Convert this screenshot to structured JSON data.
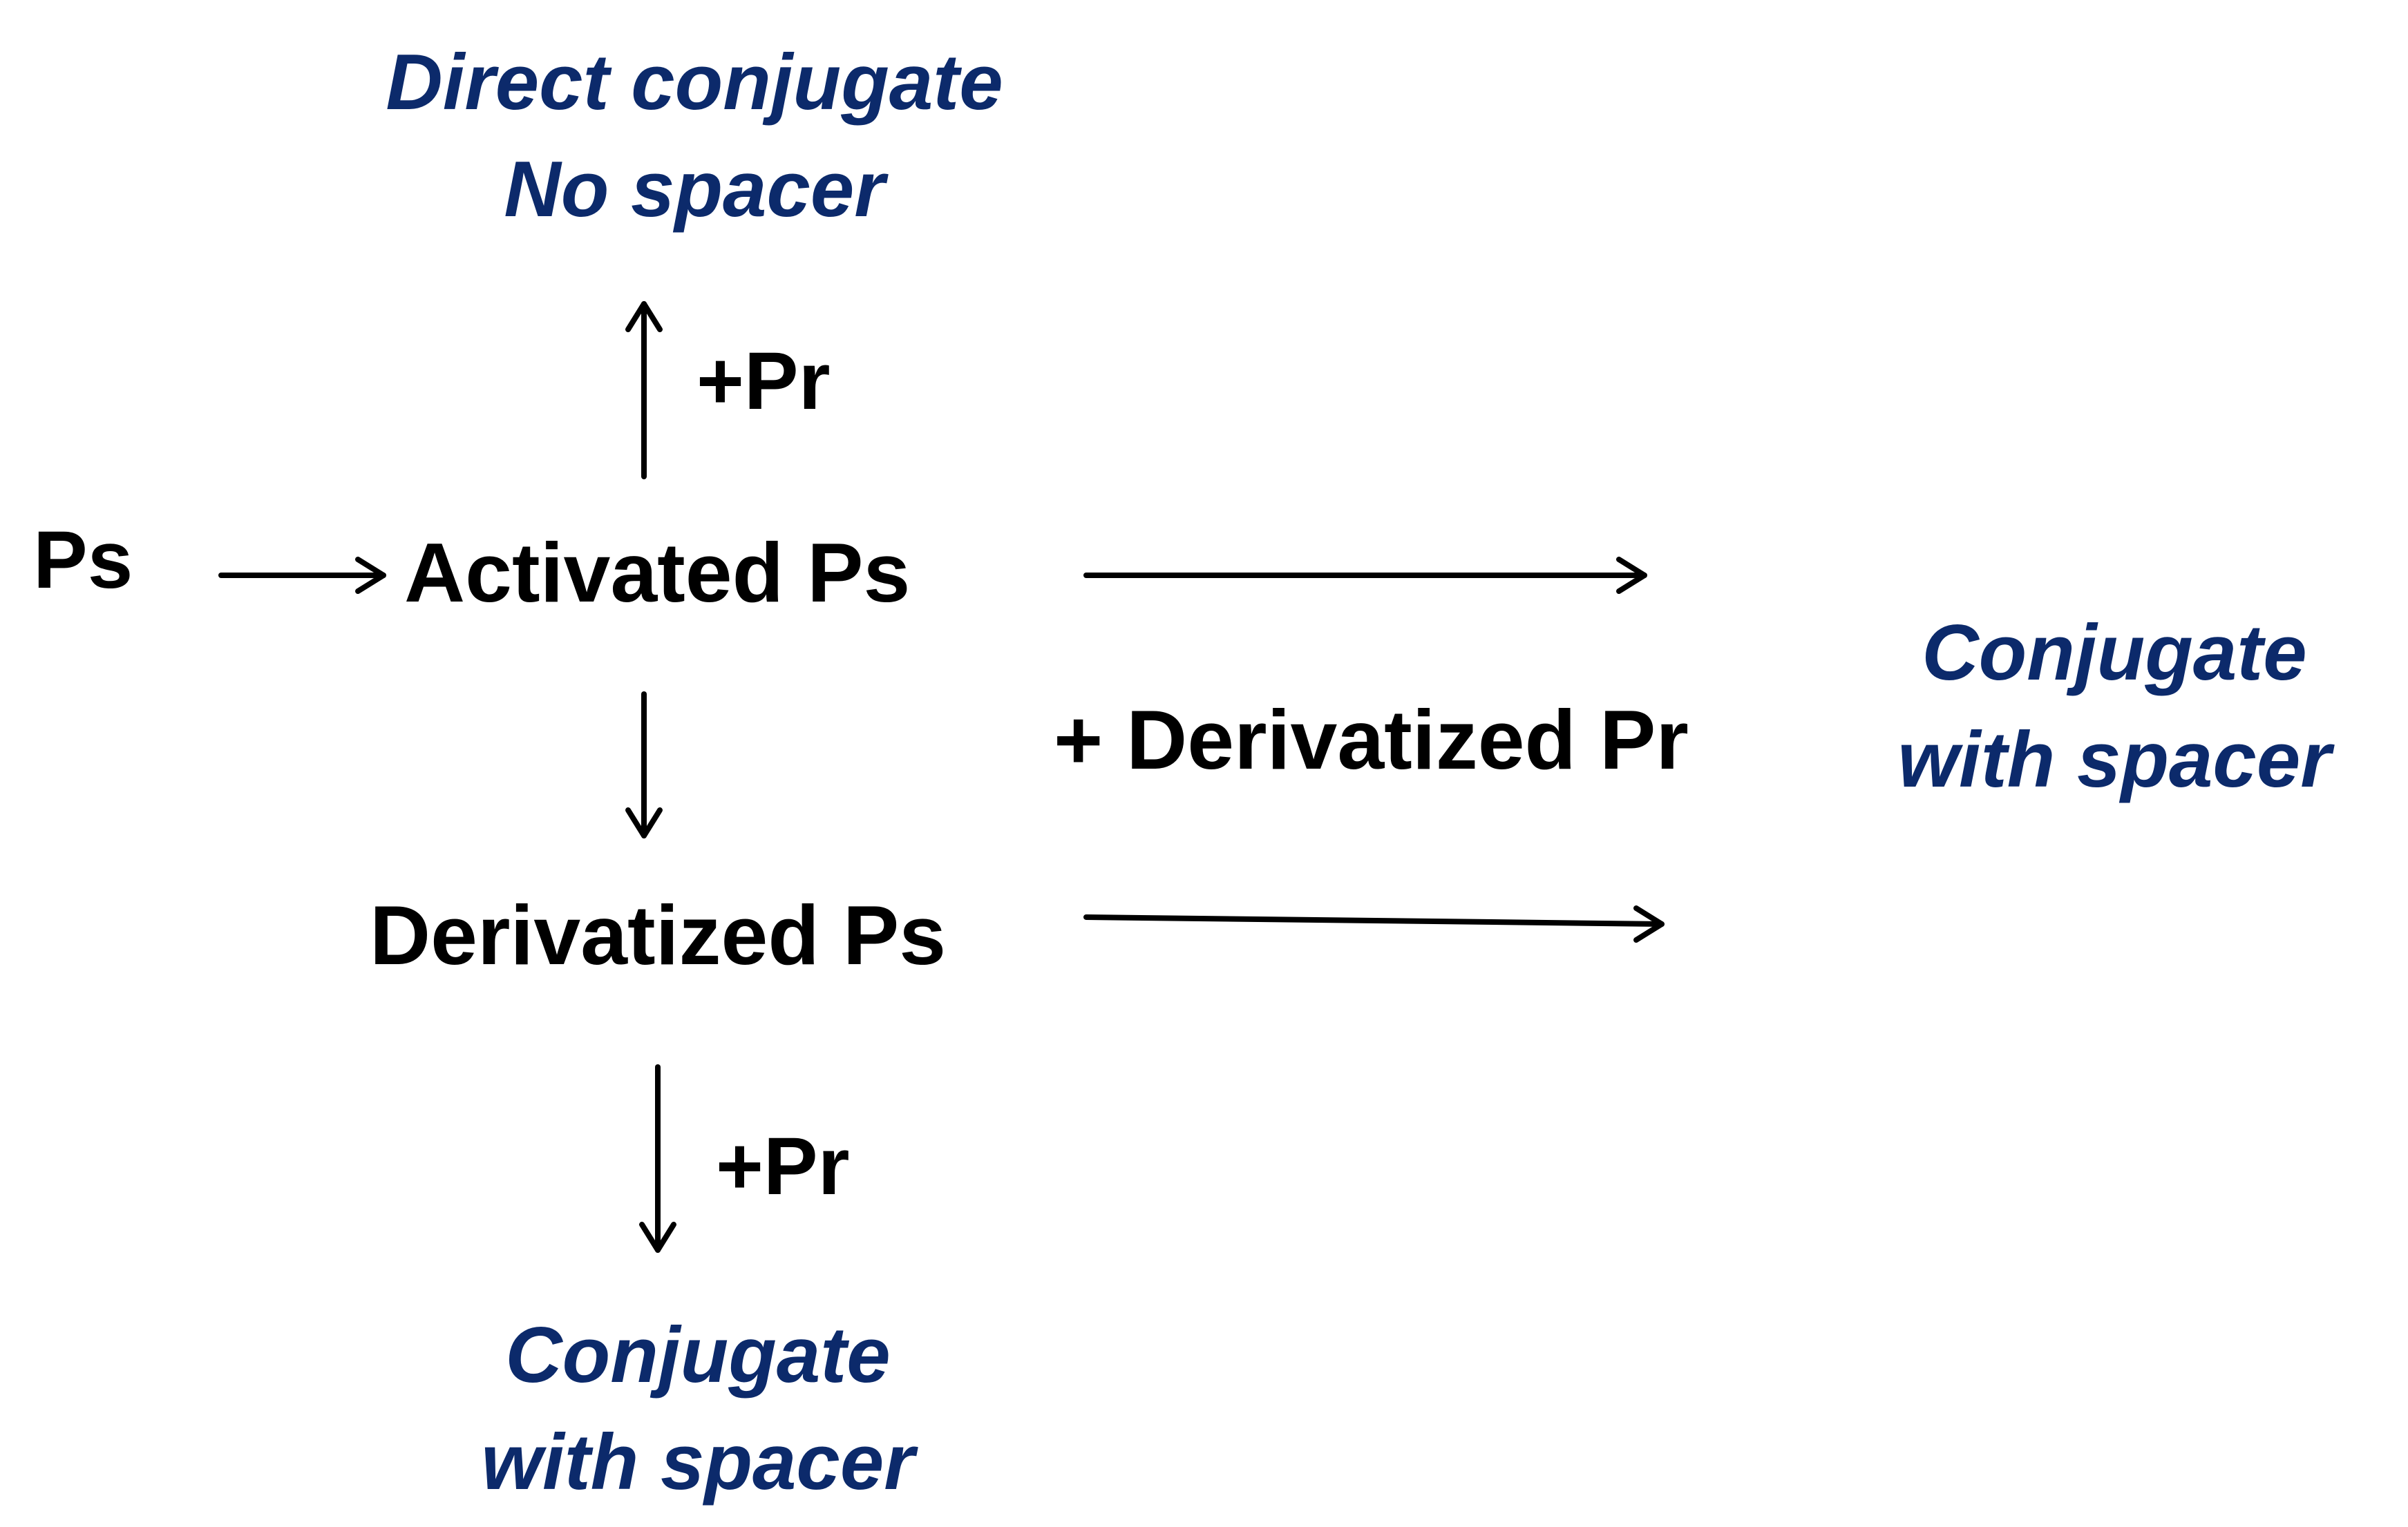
{
  "colors": {
    "node_text": "#000000",
    "outcome_text": "#0c2a6b",
    "arrow": "#000000",
    "background": "#ffffff"
  },
  "nodes": {
    "ps": "Ps",
    "activated_ps": "Activated Ps",
    "derivatized_ps": "Derivatized Ps"
  },
  "reagents": {
    "pr_up": "+Pr",
    "pr_down": "+Pr",
    "derivatized_pr": "+ Derivatized Pr"
  },
  "outcomes": {
    "direct_conjugate": {
      "line1": "Direct conjugate",
      "line2": "No spacer"
    },
    "right_conjugate": {
      "line1": "Conjugate",
      "line2": "with spacer"
    },
    "bottom_conjugate": {
      "line1": "Conjugate",
      "line2": "with spacer"
    }
  }
}
